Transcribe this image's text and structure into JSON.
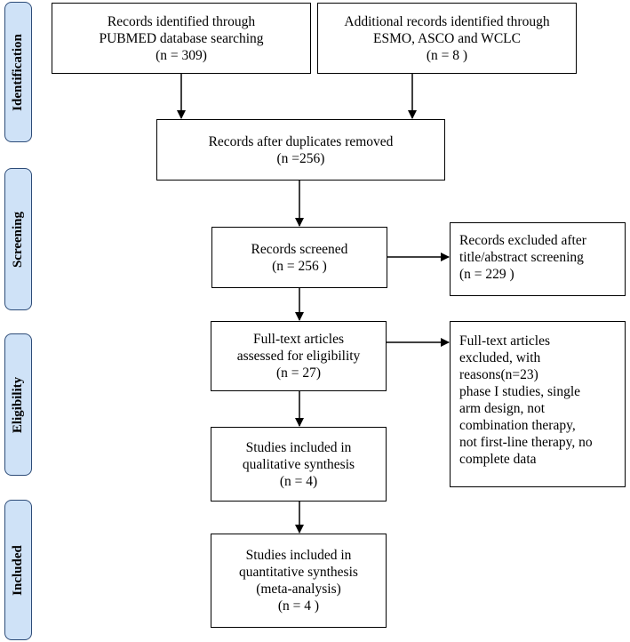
{
  "stages": [
    {
      "id": "identification",
      "label": "Identification"
    },
    {
      "id": "screening",
      "label": "Screening"
    },
    {
      "id": "eligibility",
      "label": "Eligibility"
    },
    {
      "id": "included",
      "label": "Included"
    }
  ],
  "boxes": {
    "pubmed": {
      "lines": [
        "Records identified through",
        "PUBMED database searching",
        "(n = 309)"
      ]
    },
    "additional": {
      "lines": [
        "Additional records identified through",
        "ESMO, ASCO and WCLC",
        "(n = 8 )"
      ]
    },
    "duplicates_removed": {
      "lines": [
        "Records after duplicates removed",
        "(n =256)"
      ]
    },
    "screened": {
      "lines": [
        "Records screened",
        "(n = 256 )"
      ]
    },
    "excluded_abstract": {
      "lines": [
        "Records excluded after",
        "title/abstract screening",
        "(n = 229 )"
      ]
    },
    "fulltext_assessed": {
      "lines": [
        "Full-text articles",
        "assessed for eligibility",
        "(n = 27)"
      ]
    },
    "fulltext_excluded": {
      "lines": [
        "Full-text articles",
        "excluded,  with",
        "reasons(n=23)",
        "phase I studies, single",
        "arm design, not",
        "combination therapy,",
        "not first-line therapy, no",
        "complete data"
      ]
    },
    "qualitative": {
      "lines": [
        "Studies included in",
        "qualitative synthesis",
        "(n = 4)"
      ]
    },
    "quantitative": {
      "lines": [
        "Studies included in",
        "quantitative synthesis",
        "(meta-analysis)",
        "(n = 4 )"
      ]
    }
  },
  "colors": {
    "stage_fill": "#cfe2f7",
    "stage_border": "#2d4c78",
    "line": "#000000"
  }
}
